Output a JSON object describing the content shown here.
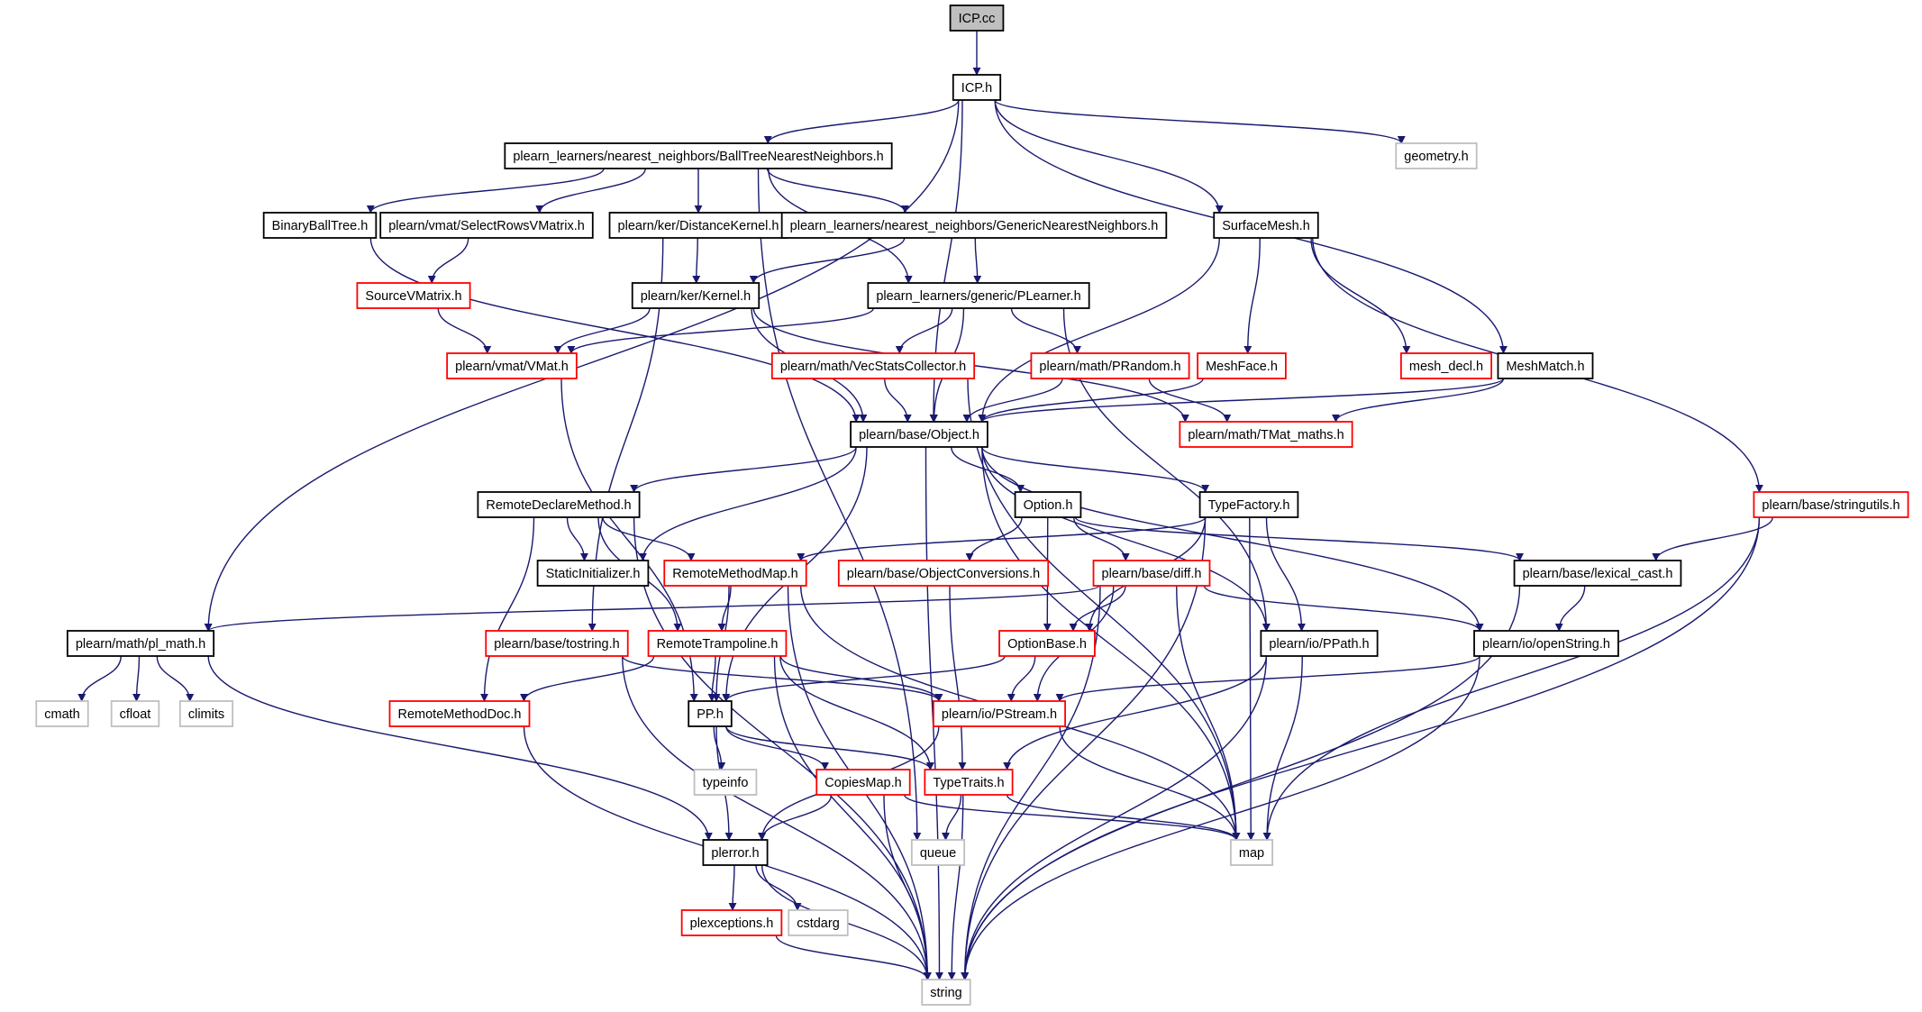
{
  "legend": {
    "black_border": "#000000",
    "red_border": "#ff0000",
    "gray_border": "#bfbfbf",
    "root_fill": "#bfbfbf",
    "edge_color": "#191970"
  },
  "nodes": [
    {
      "id": "icp_cc",
      "label": "ICP.cc",
      "style": "root"
    },
    {
      "id": "icp_h",
      "label": "ICP.h",
      "style": "black"
    },
    {
      "id": "ballnn",
      "label": "plearn_learners/nearest_neighbors/BallTreeNearestNeighbors.h",
      "style": "black"
    },
    {
      "id": "geometry",
      "label": "geometry.h",
      "style": "gray"
    },
    {
      "id": "balltree",
      "label": "BinaryBallTree.h",
      "style": "black"
    },
    {
      "id": "selrows",
      "label": "plearn/vmat/SelectRowsVMatrix.h",
      "style": "black"
    },
    {
      "id": "distkernel",
      "label": "plearn/ker/DistanceKernel.h",
      "style": "black"
    },
    {
      "id": "genericnn",
      "label": "plearn_learners/nearest_neighbors/GenericNearestNeighbors.h",
      "style": "black"
    },
    {
      "id": "surfacemesh",
      "label": "SurfaceMesh.h",
      "style": "black"
    },
    {
      "id": "sourcevm",
      "label": "SourceVMatrix.h",
      "style": "red"
    },
    {
      "id": "kernel",
      "label": "plearn/ker/Kernel.h",
      "style": "black"
    },
    {
      "id": "plearner",
      "label": "plearn_learners/generic/PLearner.h",
      "style": "black"
    },
    {
      "id": "vmat",
      "label": "plearn/vmat/VMat.h",
      "style": "red"
    },
    {
      "id": "vecstats",
      "label": "plearn/math/VecStatsCollector.h",
      "style": "red"
    },
    {
      "id": "prandom",
      "label": "plearn/math/PRandom.h",
      "style": "red"
    },
    {
      "id": "meshface",
      "label": "MeshFace.h",
      "style": "red"
    },
    {
      "id": "meshdecl",
      "label": "mesh_decl.h",
      "style": "red"
    },
    {
      "id": "meshmatch",
      "label": "MeshMatch.h",
      "style": "black"
    },
    {
      "id": "object",
      "label": "plearn/base/Object.h",
      "style": "black"
    },
    {
      "id": "tmat",
      "label": "plearn/math/TMat_maths.h",
      "style": "red"
    },
    {
      "id": "remotedecl",
      "label": "RemoteDeclareMethod.h",
      "style": "black"
    },
    {
      "id": "option",
      "label": "Option.h",
      "style": "black"
    },
    {
      "id": "typefactory",
      "label": "TypeFactory.h",
      "style": "black"
    },
    {
      "id": "stringutils",
      "label": "plearn/base/stringutils.h",
      "style": "red"
    },
    {
      "id": "staticinit",
      "label": "StaticInitializer.h",
      "style": "black"
    },
    {
      "id": "remotemap",
      "label": "RemoteMethodMap.h",
      "style": "red"
    },
    {
      "id": "objconv",
      "label": "plearn/base/ObjectConversions.h",
      "style": "red"
    },
    {
      "id": "diff",
      "label": "plearn/base/diff.h",
      "style": "red"
    },
    {
      "id": "lexcast",
      "label": "plearn/base/lexical_cast.h",
      "style": "black"
    },
    {
      "id": "plmath",
      "label": "plearn/math/pl_math.h",
      "style": "black"
    },
    {
      "id": "tostring",
      "label": "plearn/base/tostring.h",
      "style": "red"
    },
    {
      "id": "remotetramp",
      "label": "RemoteTrampoline.h",
      "style": "red"
    },
    {
      "id": "optionbase",
      "label": "OptionBase.h",
      "style": "red"
    },
    {
      "id": "ppath",
      "label": "plearn/io/PPath.h",
      "style": "black"
    },
    {
      "id": "openstring",
      "label": "plearn/io/openString.h",
      "style": "black"
    },
    {
      "id": "cmath",
      "label": "cmath",
      "style": "gray"
    },
    {
      "id": "cfloat",
      "label": "cfloat",
      "style": "gray"
    },
    {
      "id": "climits",
      "label": "climits",
      "style": "gray"
    },
    {
      "id": "remotedoc",
      "label": "RemoteMethodDoc.h",
      "style": "red"
    },
    {
      "id": "pp",
      "label": "PP.h",
      "style": "black"
    },
    {
      "id": "pstream",
      "label": "plearn/io/PStream.h",
      "style": "red"
    },
    {
      "id": "typeinfo",
      "label": "typeinfo",
      "style": "gray"
    },
    {
      "id": "copiesmap",
      "label": "CopiesMap.h",
      "style": "red"
    },
    {
      "id": "typetraits",
      "label": "TypeTraits.h",
      "style": "red"
    },
    {
      "id": "perror",
      "label": "plerror.h",
      "style": "black"
    },
    {
      "id": "queue",
      "label": "queue",
      "style": "gray"
    },
    {
      "id": "map",
      "label": "map",
      "style": "gray"
    },
    {
      "id": "plexc",
      "label": "plexceptions.h",
      "style": "red"
    },
    {
      "id": "cstdarg",
      "label": "cstdarg",
      "style": "gray"
    },
    {
      "id": "string",
      "label": "string",
      "style": "gray"
    }
  ],
  "edges": [
    [
      "icp_cc",
      "icp_h"
    ],
    [
      "icp_h",
      "ballnn"
    ],
    [
      "icp_h",
      "geometry"
    ],
    [
      "icp_h",
      "surfacemesh"
    ],
    [
      "icp_h",
      "meshmatch"
    ],
    [
      "icp_h",
      "object"
    ],
    [
      "icp_h",
      "plmath"
    ],
    [
      "ballnn",
      "balltree"
    ],
    [
      "ballnn",
      "selrows"
    ],
    [
      "ballnn",
      "distkernel"
    ],
    [
      "ballnn",
      "genericnn"
    ],
    [
      "ballnn",
      "plearner"
    ],
    [
      "ballnn",
      "queue"
    ],
    [
      "balltree",
      "object"
    ],
    [
      "selrows",
      "sourcevm"
    ],
    [
      "distkernel",
      "kernel"
    ],
    [
      "distkernel",
      "tostring"
    ],
    [
      "genericnn",
      "kernel"
    ],
    [
      "genericnn",
      "plearner"
    ],
    [
      "sourcevm",
      "vmat"
    ],
    [
      "kernel",
      "vmat"
    ],
    [
      "kernel",
      "object"
    ],
    [
      "kernel",
      "tmat"
    ],
    [
      "plearner",
      "vmat"
    ],
    [
      "plearner",
      "object"
    ],
    [
      "plearner",
      "vecstats"
    ],
    [
      "plearner",
      "prandom"
    ],
    [
      "plearner",
      "ppath"
    ],
    [
      "vmat",
      "pp"
    ],
    [
      "vecstats",
      "object"
    ],
    [
      "vecstats",
      "map"
    ],
    [
      "prandom",
      "object"
    ],
    [
      "prandom",
      "tmat"
    ],
    [
      "surfacemesh",
      "meshface"
    ],
    [
      "surfacemesh",
      "meshdecl"
    ],
    [
      "surfacemesh",
      "object"
    ],
    [
      "surfacemesh",
      "stringutils"
    ],
    [
      "meshface",
      "object"
    ],
    [
      "meshmatch",
      "object"
    ],
    [
      "meshmatch",
      "tmat"
    ],
    [
      "object",
      "remotedecl"
    ],
    [
      "object",
      "option"
    ],
    [
      "object",
      "typefactory"
    ],
    [
      "object",
      "staticinit"
    ],
    [
      "object",
      "ppath"
    ],
    [
      "object",
      "openstring"
    ],
    [
      "object",
      "map"
    ],
    [
      "object",
      "string"
    ],
    [
      "object",
      "pp"
    ],
    [
      "remotedecl",
      "staticinit"
    ],
    [
      "remotedecl",
      "remotemap"
    ],
    [
      "remotedecl",
      "remotetramp"
    ],
    [
      "remotedecl",
      "remotedoc"
    ],
    [
      "remotedecl",
      "string"
    ],
    [
      "option",
      "objconv"
    ],
    [
      "option",
      "diff"
    ],
    [
      "option",
      "optionbase"
    ],
    [
      "option",
      "lexcast"
    ],
    [
      "typefactory",
      "remotemap"
    ],
    [
      "typefactory",
      "optionbase"
    ],
    [
      "typefactory",
      "ppath"
    ],
    [
      "typefactory",
      "map"
    ],
    [
      "typefactory",
      "string"
    ],
    [
      "stringutils",
      "lexcast"
    ],
    [
      "stringutils",
      "map"
    ],
    [
      "stringutils",
      "string"
    ],
    [
      "remotemap",
      "remotetramp"
    ],
    [
      "remotemap",
      "pp"
    ],
    [
      "remotemap",
      "map"
    ],
    [
      "remotemap",
      "string"
    ],
    [
      "objconv",
      "typetraits"
    ],
    [
      "diff",
      "plmath"
    ],
    [
      "diff",
      "optionbase"
    ],
    [
      "diff",
      "openstring"
    ],
    [
      "diff",
      "pstream"
    ],
    [
      "diff",
      "map"
    ],
    [
      "diff",
      "string"
    ],
    [
      "lexcast",
      "openstring"
    ],
    [
      "lexcast",
      "string"
    ],
    [
      "plmath",
      "cmath"
    ],
    [
      "plmath",
      "cfloat"
    ],
    [
      "plmath",
      "climits"
    ],
    [
      "plmath",
      "perror"
    ],
    [
      "tostring",
      "pstream"
    ],
    [
      "tostring",
      "string"
    ],
    [
      "remotetramp",
      "remotedoc"
    ],
    [
      "remotetramp",
      "pp"
    ],
    [
      "remotetramp",
      "pstream"
    ],
    [
      "remotetramp",
      "typetraits"
    ],
    [
      "remotetramp",
      "string"
    ],
    [
      "optionbase",
      "pp"
    ],
    [
      "optionbase",
      "pstream"
    ],
    [
      "ppath",
      "typetraits"
    ],
    [
      "ppath",
      "map"
    ],
    [
      "ppath",
      "string"
    ],
    [
      "openstring",
      "pstream"
    ],
    [
      "openstring",
      "string"
    ],
    [
      "remotedoc",
      "string"
    ],
    [
      "pp",
      "typeinfo"
    ],
    [
      "pp",
      "copiesmap"
    ],
    [
      "pp",
      "typetraits"
    ],
    [
      "pp",
      "perror"
    ],
    [
      "pstream",
      "perror"
    ],
    [
      "pstream",
      "map"
    ],
    [
      "copiesmap",
      "perror"
    ],
    [
      "copiesmap",
      "map"
    ],
    [
      "copiesmap",
      "string"
    ],
    [
      "typetraits",
      "queue"
    ],
    [
      "typetraits",
      "map"
    ],
    [
      "typetraits",
      "string"
    ],
    [
      "perror",
      "plexc"
    ],
    [
      "perror",
      "cstdarg"
    ],
    [
      "perror",
      "string"
    ],
    [
      "plexc",
      "string"
    ]
  ]
}
